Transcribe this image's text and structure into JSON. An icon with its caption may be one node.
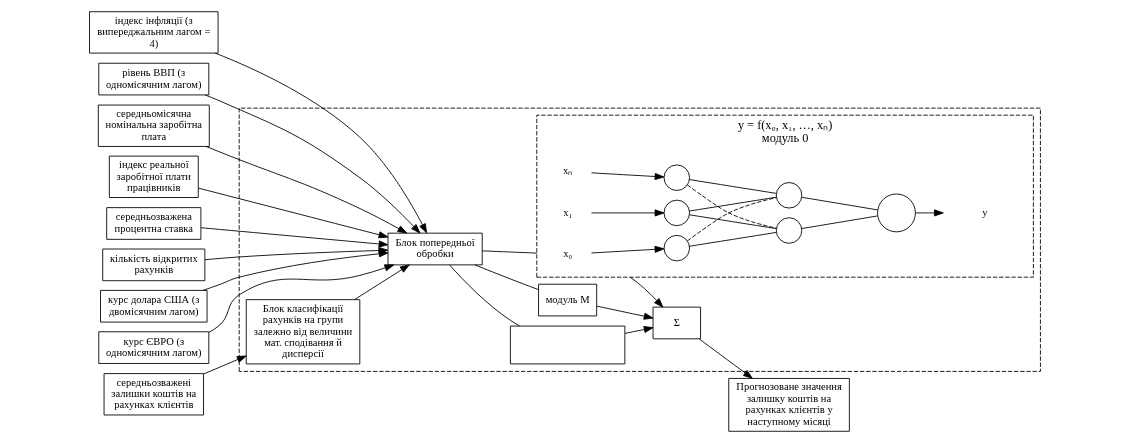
{
  "diagram": {
    "nodes": [
      {
        "text": [
          "індекс інфляції (з випереджальним лагом = 4)"
        ]
      },
      {
        "text": [
          "рівень ВВП (з одномісячним лагом)"
        ]
      },
      {
        "text": [
          "середньомісячна номінальна заробітна плата"
        ]
      },
      {
        "text": [
          "індекс реальної заробітної плати працівників"
        ]
      },
      {
        "text": [
          "середньозважена процентна ставка"
        ]
      },
      {
        "text": [
          "кількість відкритих рахунків"
        ]
      },
      {
        "text": [
          "курс долара США (з двомісячним лагом)"
        ]
      },
      {
        "text": [
          "курс ЄВРО (з одномісячним лагом)"
        ]
      },
      {
        "text": [
          "середньозважені залишки коштів на рахунках клієнтів"
        ]
      },
      {
        "text": [],
        "shape": "box"
      },
      {
        "text": [
          "Блок попередньої обробки"
        ],
        "in": 9
      },
      {
        "text": [
          "Блок класифікації рахунків на групи залежно від величини мат. сподівання й дисперсії"
        ],
        "in": 9
      },
      {
        "text": [
          "y = f(x₀, x₁, …, xₙ)",
          "модуль 0"
        ],
        "in": 9
      },
      {
        "text": [
          "x₀"
        ],
        "in": 12
      },
      {
        "text": [],
        "shape": "circle",
        "in": 12
      },
      {
        "text": [
          "x₁"
        ],
        "in": 12
      },
      {
        "text": [],
        "shape": "circle",
        "in": 12
      },
      {
        "text": [
          "xₙ"
        ],
        "in": 12
      },
      {
        "text": [],
        "shape": "circle",
        "in": 12
      },
      {
        "text": [],
        "shape": "circle",
        "in": 12
      },
      {
        "text": [],
        "shape": "circle",
        "in": 12
      },
      {
        "text": [],
        "shape": "circle",
        "in": 12
      },
      {
        "text": [
          "y"
        ],
        "in": 12
      },
      {
        "text": [],
        "shape": "box",
        "in": 9
      },
      {
        "text": [
          "модуль M"
        ],
        "in": 9
      },
      {
        "text": [
          "Σ"
        ],
        "in": 9
      },
      {
        "text": [
          "Прогнозоване значення залишку коштів на рахунках клієнтів у наступному місяці"
        ]
      }
    ],
    "edges": [
      {
        "from": 0,
        "to": 10,
        "arrow": "to"
      },
      {
        "from": 1,
        "to": 10,
        "arrow": "to"
      },
      {
        "from": 2,
        "to": 10,
        "arrow": "to"
      },
      {
        "from": 3,
        "to": 10,
        "arrow": "to"
      },
      {
        "from": 4,
        "to": 10,
        "arrow": "to"
      },
      {
        "from": 5,
        "to": 10,
        "arrow": "to"
      },
      {
        "from": 6,
        "to": 10,
        "arrow": "to"
      },
      {
        "from": 7,
        "to": 10,
        "arrow": "to"
      },
      {
        "from": 8,
        "to": 11,
        "arrow": "to"
      },
      {
        "from": 11,
        "to": 10,
        "arrow": "to"
      },
      {
        "from": 10,
        "to": 12,
        "arrow": "none"
      },
      {
        "from": 10,
        "to": 23,
        "arrow": "none"
      },
      {
        "from": 10,
        "to": 24,
        "arrow": "none"
      },
      {
        "from": 13,
        "to": 14,
        "arrow": "to"
      },
      {
        "from": 15,
        "to": 16,
        "arrow": "to"
      },
      {
        "from": 17,
        "to": 18,
        "arrow": "to"
      },
      {
        "from": 14,
        "to": 19,
        "arrow": "none"
      },
      {
        "from": 14,
        "to": 20,
        "arrow": "none",
        "style": "dashed"
      },
      {
        "from": 16,
        "to": 19,
        "arrow": "none"
      },
      {
        "from": 16,
        "to": 20,
        "arrow": "none"
      },
      {
        "from": 18,
        "to": 19,
        "arrow": "none",
        "style": "dashed"
      },
      {
        "from": 18,
        "to": 20,
        "arrow": "none"
      },
      {
        "from": 19,
        "to": 21,
        "arrow": "none"
      },
      {
        "from": 20,
        "to": 21,
        "arrow": "none"
      },
      {
        "from": 21,
        "to": 22,
        "arrow": "to"
      },
      {
        "from": 12,
        "to": 25,
        "arrow": "to"
      },
      {
        "from": 23,
        "to": 25,
        "arrow": "to"
      },
      {
        "from": 24,
        "to": 25,
        "arrow": "to"
      },
      {
        "from": 25,
        "to": 26,
        "arrow": "to"
      }
    ]
  }
}
